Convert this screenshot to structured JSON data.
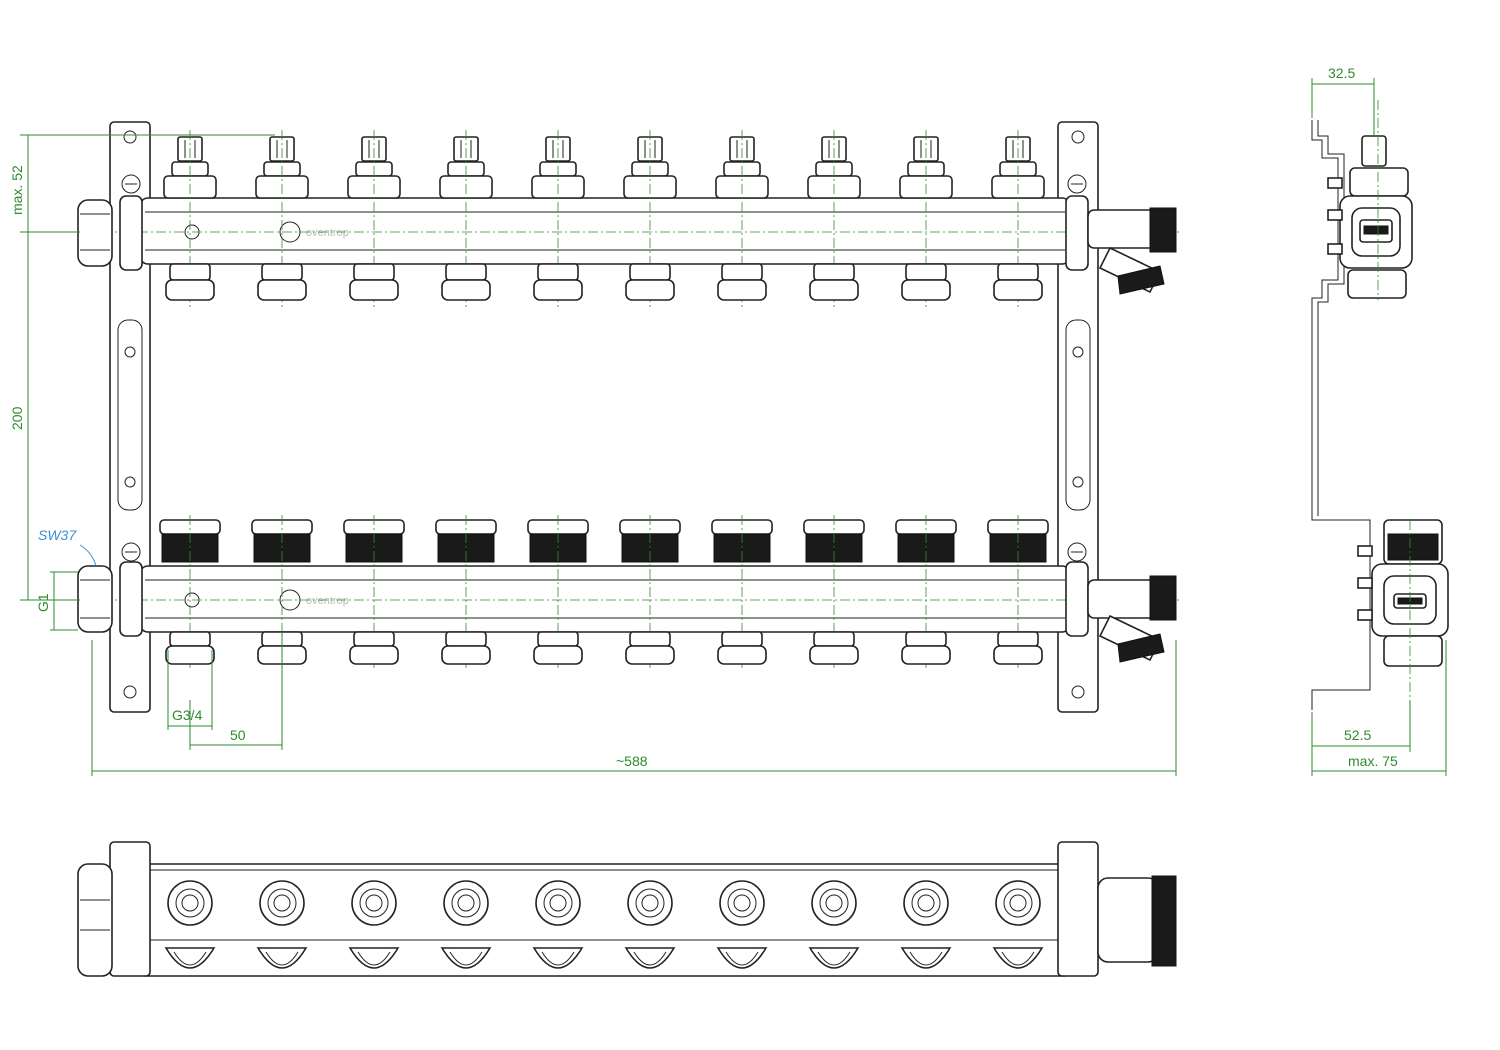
{
  "front_view": {
    "outlet_count": 10,
    "logo_text": "oventrop",
    "dimensions": {
      "max_52": "max. 52",
      "height_200": "200",
      "sw37": "SW37",
      "g1": "G1",
      "g34": "G3/4",
      "pitch_50": "50",
      "length_588": "~588"
    }
  },
  "side_view": {
    "dimensions": {
      "depth_325": "32.5",
      "depth_525": "52.5",
      "max_75": "max. 75"
    }
  },
  "colors": {
    "dimension": "#2e8b2e",
    "callout": "#3a8fd0",
    "outline": "#222222"
  }
}
